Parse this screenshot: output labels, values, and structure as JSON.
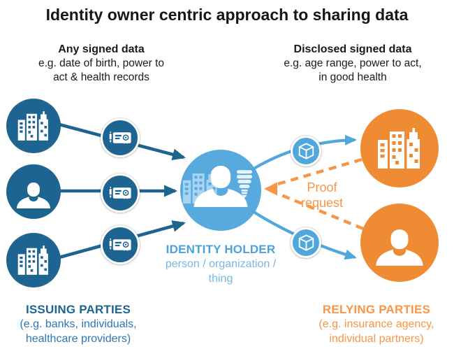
{
  "title": "Identity owner centric approach to sharing data",
  "headers": {
    "left": {
      "title": "Any signed data",
      "lines": [
        "e.g. date of birth, power to",
        "act & health records"
      ]
    },
    "right": {
      "title": "Disclosed signed data",
      "lines": [
        "e.g. age range, power to act,",
        "in good health"
      ]
    }
  },
  "identity_holder": {
    "title": "IDENTITY HOLDER",
    "lines": [
      "person / organization /",
      "thing"
    ]
  },
  "proof_request": {
    "lines": [
      "Proof",
      "request"
    ]
  },
  "issuing_parties": {
    "title": "ISSUING PARTIES",
    "lines": [
      "(e.g. banks, individuals,",
      "healthcare providers)"
    ]
  },
  "relying_parties": {
    "title": "RELYING PARTIES",
    "lines": [
      "(e.g. insurance agency,",
      "individual partners)"
    ]
  },
  "icons": {
    "issuing_circles": [
      "building-icon",
      "person-icon",
      "building-icon"
    ],
    "credential_badges": "certificate-icon",
    "identity_holder_circle": [
      "building-icon",
      "person-icon",
      "cfl-lightbulb-icon"
    ],
    "disclosure_badges": "package-box-icon",
    "relying_circles": [
      "building-icon",
      "person-icon"
    ]
  },
  "colors": {
    "title-black": "#161616",
    "dark-blue": "#1E6491",
    "mid-blue": "#2E75B6",
    "light-blue": "#58A9DE",
    "cyan-arrow": "#4FA7DC",
    "holder-title-blue": "#4BA2DA",
    "holder-sub-blue": "#77B7E5",
    "orange": "#EF8B33",
    "orange-text": "#F79646"
  }
}
